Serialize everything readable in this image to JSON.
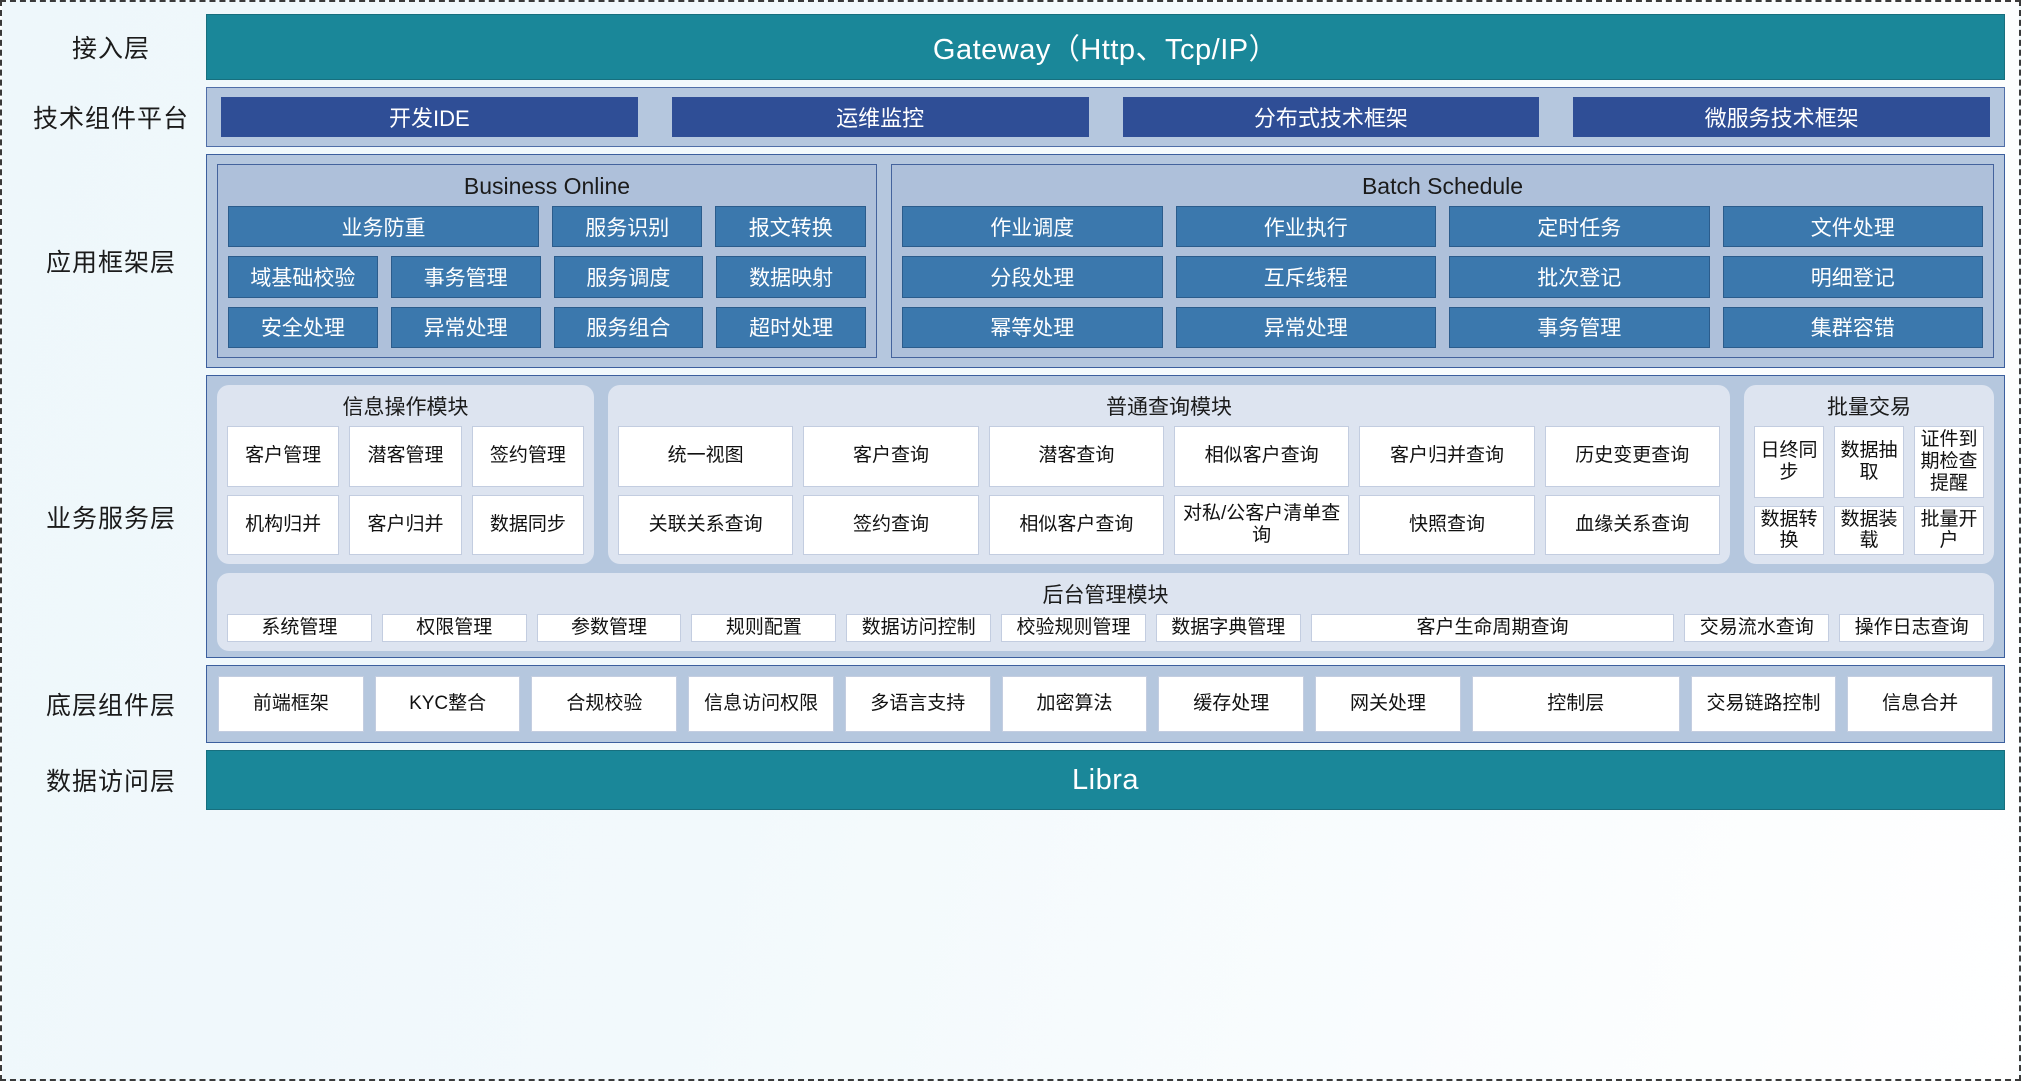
{
  "layers": {
    "access": "接入层",
    "tech_platform": "技术组件平台",
    "app_framework": "应用框架层",
    "business_service": "业务服务层",
    "base_component": "底层组件层",
    "data_access": "数据访问层"
  },
  "gateway": {
    "label": "Gateway（Http、Tcp/IP）"
  },
  "data_access_bar": {
    "label": "Libra"
  },
  "tech_components": [
    "开发IDE",
    "运维监控",
    "分布式技术框架",
    "微服务技术框架"
  ],
  "app_framework": {
    "online": {
      "title": "Business Online",
      "rows": [
        [
          "业务防重",
          "服务识别",
          "报文转换"
        ],
        [
          "域基础校验",
          "事务管理",
          "服务调度",
          "数据映射"
        ],
        [
          "安全处理",
          "异常处理",
          "服务组合",
          "超时处理"
        ]
      ]
    },
    "batch": {
      "title": "Batch Schedule",
      "rows": [
        [
          "作业调度",
          "作业执行",
          "定时任务",
          "文件处理"
        ],
        [
          "分段处理",
          "互斥线程",
          "批次登记",
          "明细登记"
        ],
        [
          "幂等处理",
          "异常处理",
          "事务管理",
          "集群容错"
        ]
      ]
    }
  },
  "business_service": {
    "info_module": {
      "title": "信息操作模块",
      "rows": [
        [
          "客户管理",
          "潜客管理",
          "签约管理"
        ],
        [
          "机构归并",
          "客户归并",
          "数据同步"
        ]
      ]
    },
    "query_module": {
      "title": "普通查询模块",
      "rows": [
        [
          "统一视图",
          "客户查询",
          "潜客查询",
          "相似客户查询",
          "客户归并查询",
          "历史变更查询"
        ],
        [
          "关联关系查询",
          "签约查询",
          "相似客户查询",
          "对私/公客户清单查询",
          "快照查询",
          "血缘关系查询"
        ]
      ]
    },
    "batch_module": {
      "title": "批量交易",
      "rows": [
        [
          "日终同步",
          "数据抽取",
          "证件到期检查提醒"
        ],
        [
          "数据转换",
          "数据装载",
          "批量开户"
        ]
      ]
    },
    "admin_module": {
      "title": "后台管理模块",
      "cells": [
        "系统管理",
        "权限管理",
        "参数管理",
        "规则配置",
        "数据访问控制",
        "校验规则管理",
        "数据字典管理",
        "客户生命周期查询",
        "交易流水查询",
        "操作日志查询"
      ]
    }
  },
  "base_components": [
    "前端框架",
    "KYC整合",
    "合规校验",
    "信息访问权限",
    "多语言支持",
    "加密算法",
    "缓存处理",
    "网关处理",
    "控制层",
    "交易链路控制",
    "信息合并"
  ],
  "colors": {
    "teal": "#1a8799",
    "panel_blue": "#b5c7de",
    "chip_navy": "#2f4e96",
    "cell_blue": "#3b78ad",
    "module_bg": "#dde4f0"
  }
}
